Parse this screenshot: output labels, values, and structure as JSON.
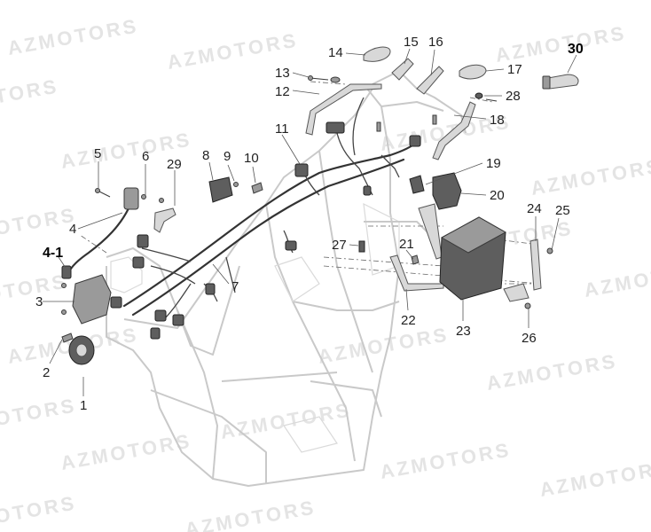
{
  "watermark": "AZMOTORS",
  "callouts": [
    {
      "id": "c1",
      "label": "1"
    },
    {
      "id": "c2",
      "label": "2"
    },
    {
      "id": "c3",
      "label": "3"
    },
    {
      "id": "c4",
      "label": "4"
    },
    {
      "id": "c4-1",
      "label": "4-1"
    },
    {
      "id": "c5",
      "label": "5"
    },
    {
      "id": "c6",
      "label": "6"
    },
    {
      "id": "c7",
      "label": "7"
    },
    {
      "id": "c8",
      "label": "8"
    },
    {
      "id": "c9",
      "label": "9"
    },
    {
      "id": "c10",
      "label": "10"
    },
    {
      "id": "c11",
      "label": "11"
    },
    {
      "id": "c12",
      "label": "12"
    },
    {
      "id": "c13",
      "label": "13"
    },
    {
      "id": "c14",
      "label": "14"
    },
    {
      "id": "c15",
      "label": "15"
    },
    {
      "id": "c16",
      "label": "16"
    },
    {
      "id": "c17",
      "label": "17"
    },
    {
      "id": "c18",
      "label": "18"
    },
    {
      "id": "c19",
      "label": "19"
    },
    {
      "id": "c20",
      "label": "20"
    },
    {
      "id": "c21",
      "label": "21"
    },
    {
      "id": "c22",
      "label": "22"
    },
    {
      "id": "c23",
      "label": "23"
    },
    {
      "id": "c24",
      "label": "24"
    },
    {
      "id": "c25",
      "label": "25"
    },
    {
      "id": "c26",
      "label": "26"
    },
    {
      "id": "c27",
      "label": "27"
    },
    {
      "id": "c28",
      "label": "28"
    },
    {
      "id": "c29",
      "label": "29"
    },
    {
      "id": "c30",
      "label": "30"
    }
  ]
}
